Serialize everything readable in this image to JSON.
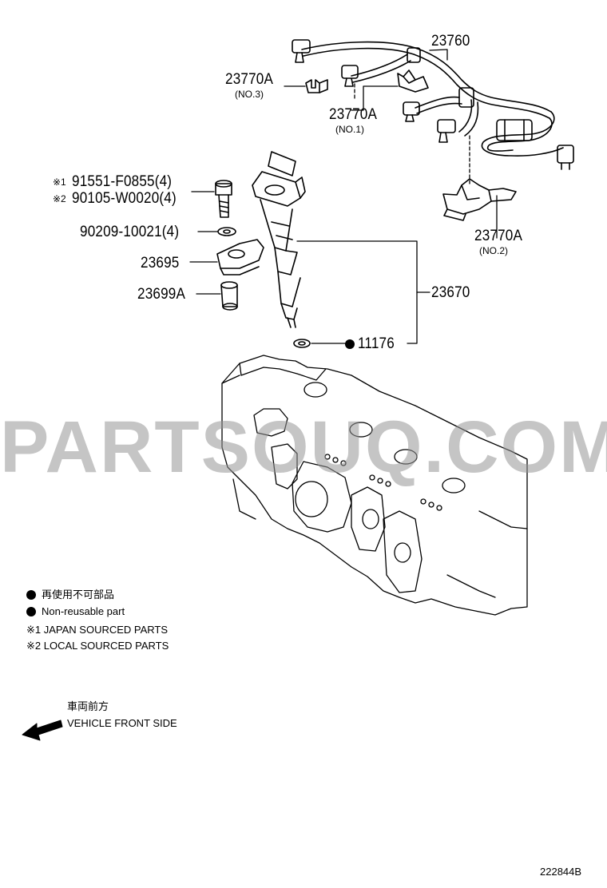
{
  "parts": {
    "p23760": "23760",
    "p23770a_no3": "23770A",
    "no3": "(NO.3)",
    "p23770a_no1": "23770A",
    "no1": "(NO.1)",
    "p23770a_no2": "23770A",
    "no2": "(NO.2)",
    "mark1": "※1",
    "mark2": "※2",
    "p91551": "91551-F0855(4)",
    "p90105": "90105-W0020(4)",
    "p90209": "90209-10021(4)",
    "p23695": "23695",
    "p23699a": "23699A",
    "p23670": "23670",
    "p11176": "11176"
  },
  "watermark": "PARTSOUQ.COM",
  "legend": {
    "nonreusable_jp": "再使用不可部品",
    "nonreusable_en": "Non-reusable part",
    "japan": "※1 JAPAN SOURCED PARTS",
    "local": "※2 LOCAL SOURCED PARTS"
  },
  "direction": {
    "jp": "車両前方",
    "en": "VEHICLE FRONT SIDE"
  },
  "ref_code": "222844B"
}
